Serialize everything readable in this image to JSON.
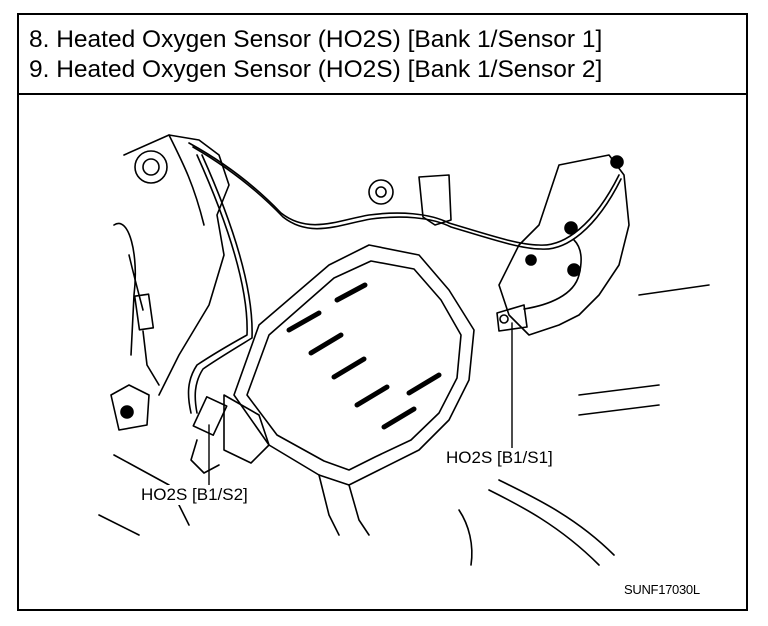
{
  "header": {
    "lines": [
      "8. Heated Oxygen Sensor (HO2S) [Bank 1/Sensor 1]",
      "9. Heated Oxygen Sensor (HO2S) [Bank 1/Sensor 2]"
    ]
  },
  "labels": {
    "sensor1": "HO2S [B1/S1]",
    "sensor2": "HO2S [B1/S2]"
  },
  "figure_code": "SUNF17030L"
}
